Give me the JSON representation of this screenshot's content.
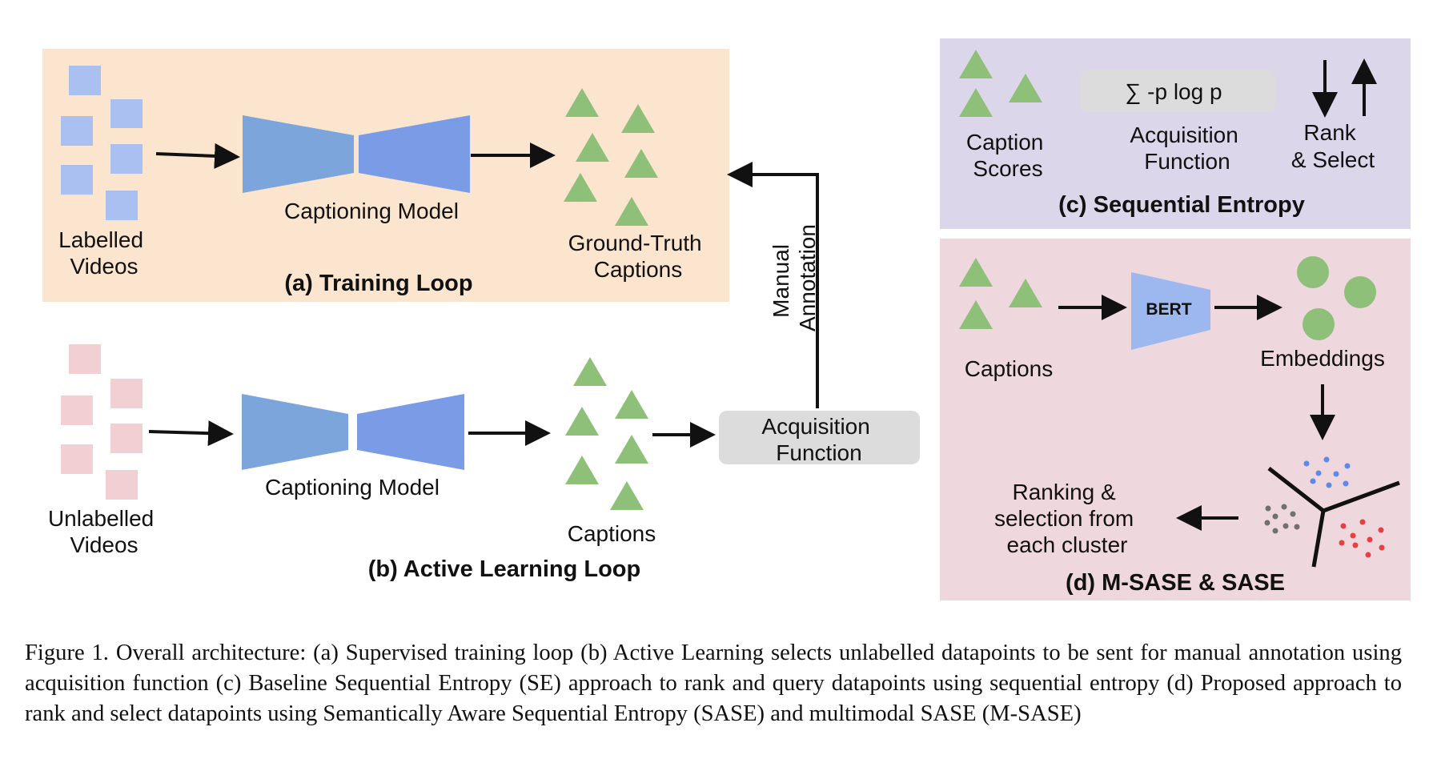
{
  "colors": {
    "training_bg": "#fbe5cf",
    "se_bg": "#dcd6ea",
    "sase_bg": "#eed7dd",
    "labelled_square": "#a9c0f0",
    "unlabelled_square": "#f2cfd2",
    "model_left": "#7ca5dc",
    "model_right": "#7a9be6",
    "triangle": "#8fc07a",
    "circle": "#8fc07a",
    "acq_box": "#dcdcdc",
    "cluster_blue": "#5c8ae6",
    "cluster_red": "#e84040",
    "cluster_gray": "#707070"
  },
  "training_loop": {
    "title": "(a) Training Loop",
    "input_label": [
      "Labelled",
      "Videos"
    ],
    "model_label": "Captioning Model",
    "output_label": [
      "Ground-Truth",
      "Captions"
    ]
  },
  "active_learning_loop": {
    "title": "(b) Active Learning Loop",
    "input_label": [
      "Unlabelled",
      "Videos"
    ],
    "model_label": "Captioning Model",
    "output_label": "Captions",
    "acquisition_label": [
      "Acquisition",
      "Function"
    ],
    "feedback_label": [
      "Manual",
      "Annotation"
    ]
  },
  "sequential_entropy": {
    "title": "(c) Sequential Entropy",
    "formula": "∑ -p log p",
    "scores_label": [
      "Caption",
      "Scores"
    ],
    "function_label": [
      "Acquisition",
      "Function"
    ],
    "rank_label": [
      "Rank",
      "& Select"
    ]
  },
  "sase": {
    "title": "(d) M-SASE & SASE",
    "captions_label": "Captions",
    "encoder_label": "BERT",
    "embeddings_label": "Embeddings",
    "ranking_label": [
      "Ranking &",
      "selection from",
      "each cluster"
    ]
  },
  "caption": "Figure 1.  Overall architecture: (a) Supervised training loop (b) Active Learning selects unlabelled datapoints to be sent for manual annotation using acquisition function (c) Baseline Sequential Entropy (SE) approach to rank and query datapoints using sequential entropy (d) Proposed approach to rank and select datapoints using Semantically Aware Sequential Entropy (SASE) and multimodal SASE (M-SASE)"
}
